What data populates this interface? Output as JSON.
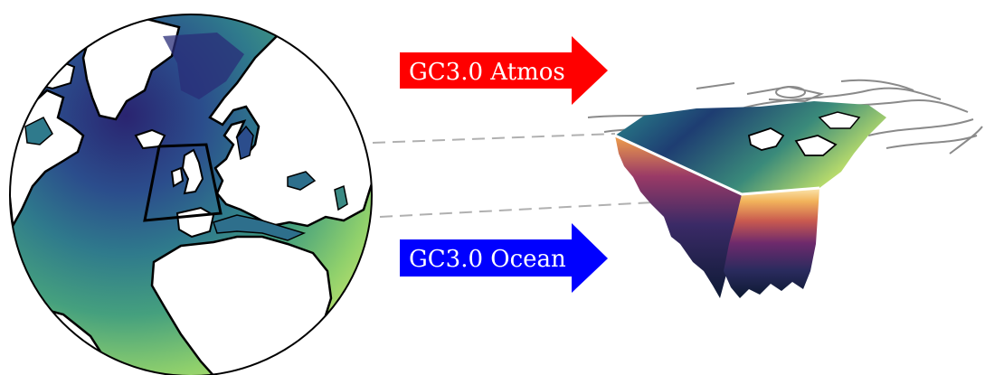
{
  "arrows": {
    "atmos": {
      "label": "GC3.0 Atmos",
      "color": "#ff0000"
    },
    "ocean": {
      "label": "GC3.0 Ocean",
      "color": "#0000ff"
    }
  },
  "colors": {
    "ocean_dark": "#3b1f6e",
    "ocean_mid": "#2d6f8e",
    "ocean_light": "#7cc86a",
    "ocean_bright": "#c9e56b",
    "land": "#ffffff",
    "coast": "#000000",
    "depth_top": "#f2b35b",
    "depth_mid": "#7b2e6a",
    "depth_bottom": "#0c1830",
    "guide_line": "#b0b0b0",
    "isobar": "#8a8a8a"
  },
  "icons": {
    "globe": "north-atlantic-globe",
    "regional_model": "3d-regional-ocean-block"
  }
}
